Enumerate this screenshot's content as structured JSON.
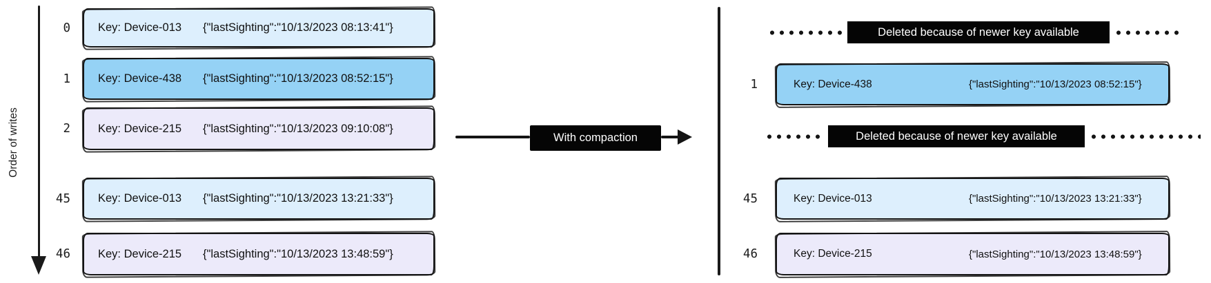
{
  "diagram": {
    "axis_label": "Order of writes",
    "compaction_arrow_label": "With compaction",
    "colors": {
      "ink": "#141414",
      "device_013_fill": "#ddeffd",
      "device_438_fill": "#95d2f5",
      "device_215_fill": "#eceafa",
      "tombstone_bg": "#050505",
      "tombstone_text": "#ffffff"
    },
    "left_log": {
      "rows": [
        {
          "index": "0",
          "key": "Key: Device-013",
          "value": "{\"lastSighting\":\"10/13/2023 08:13:41\"}",
          "color": "device_013_fill"
        },
        {
          "index": "1",
          "key": "Key: Device-438",
          "value": "{\"lastSighting\":\"10/13/2023 08:52:15\"}",
          "color": "device_438_fill"
        },
        {
          "index": "2",
          "key": "Key: Device-215",
          "value": "{\"lastSighting\":\"10/13/2023 09:10:08\"}",
          "color": "device_215_fill"
        },
        {
          "index": "45",
          "key": "Key: Device-013",
          "value": "{\"lastSighting\":\"10/13/2023 13:21:33\"}",
          "color": "device_013_fill"
        },
        {
          "index": "46",
          "key": "Key: Device-215",
          "value": "{\"lastSighting\":\"10/13/2023 13:48:59\"}",
          "color": "device_215_fill"
        }
      ]
    },
    "right_log": {
      "rows": [
        {
          "type": "tombstone",
          "label": "Deleted because of newer key available"
        },
        {
          "type": "record",
          "index": "1",
          "key": "Key: Device-438",
          "value": "{\"lastSighting\":\"10/13/2023 08:52:15\"}",
          "color": "device_438_fill"
        },
        {
          "type": "tombstone",
          "label": "Deleted because of newer key available"
        },
        {
          "type": "record",
          "index": "45",
          "key": "Key: Device-013",
          "value": "{\"lastSighting\":\"10/13/2023 13:21:33\"}",
          "color": "device_013_fill"
        },
        {
          "type": "record",
          "index": "46",
          "key": "Key: Device-215",
          "value": "{\"lastSighting\":\"10/13/2023 13:48:59\"}",
          "color": "device_215_fill"
        }
      ]
    }
  }
}
